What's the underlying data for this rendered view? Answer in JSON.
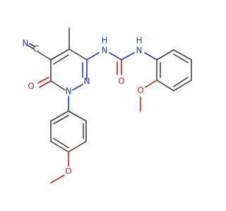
{
  "atoms": {
    "n_nitrile": "N",
    "c_nitrile": "C",
    "nh_left": "H",
    "nh_left_n": "N",
    "nh_right": "H",
    "nh_right_n": "N",
    "o_carbonyl_urea": "O",
    "o_pyridazinone": "O",
    "n_ring_1": "N",
    "n_ring_2": "N",
    "o_methoxy_right": "O",
    "o_methoxy_bottom": "O"
  },
  "colors": {
    "carbon": "#3f3f3f",
    "nitrogen": "#2b35c9",
    "oxygen": "#d01f1f"
  }
}
